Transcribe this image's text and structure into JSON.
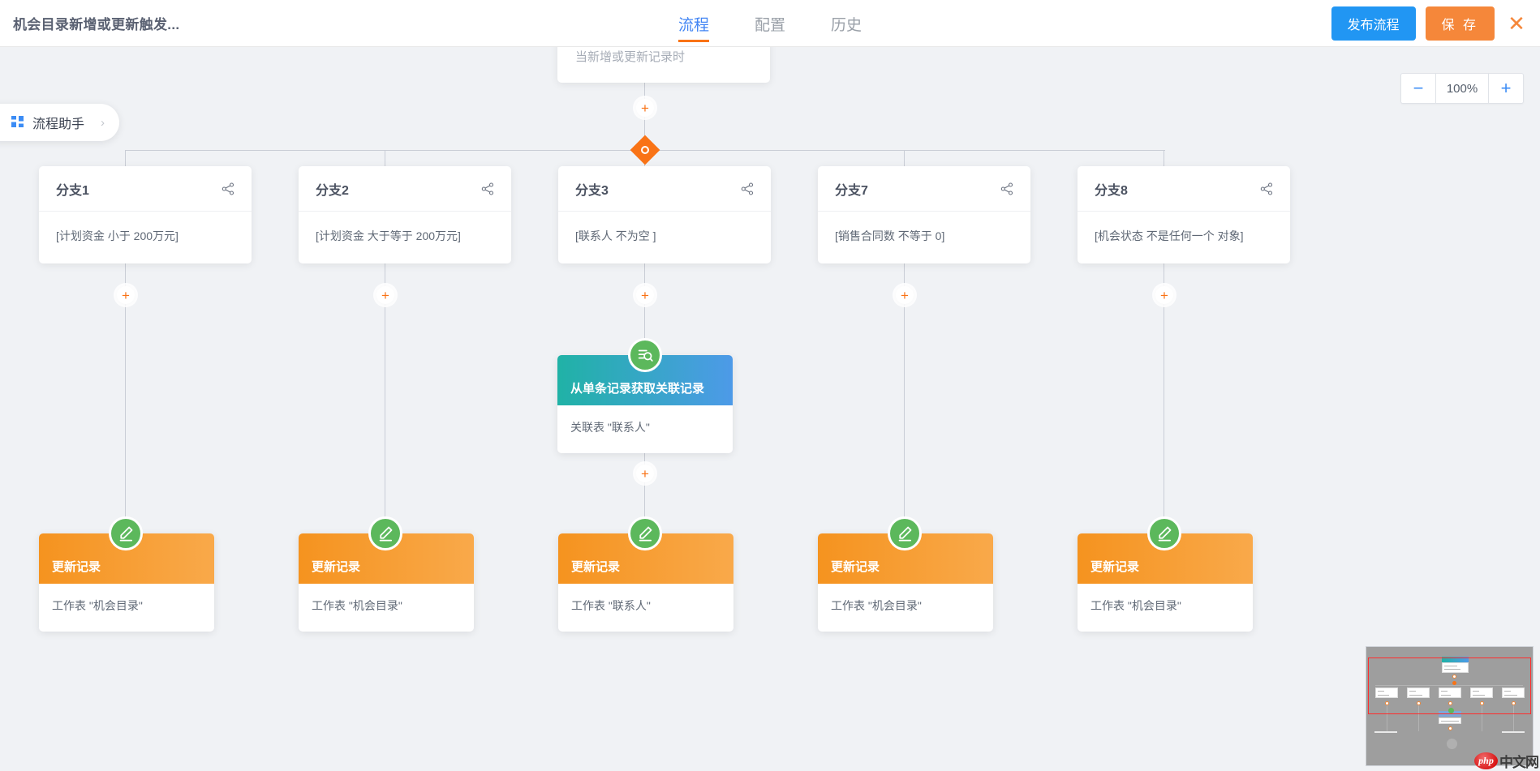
{
  "header": {
    "flow_title": "机会目录新增或更新触发...",
    "tabs": [
      {
        "label": "流程",
        "active": true
      },
      {
        "label": "配置",
        "active": false
      },
      {
        "label": "历史",
        "active": false
      }
    ],
    "publish_label": "发布流程",
    "save_label": "保 存",
    "close_icon": "close-icon"
  },
  "canvas": {
    "zoom": {
      "minus": "−",
      "value": "100%",
      "plus": "+"
    },
    "assistant": {
      "icon": "grid-icon",
      "label": "流程助手",
      "chevron": "›"
    },
    "trigger": {
      "subtitle": "当新增或更新记录时"
    },
    "branches": [
      {
        "title": "分支1",
        "condition": "[计划资金 小于 200万元]"
      },
      {
        "title": "分支2",
        "condition": "[计划资金 大于等于 200万元]"
      },
      {
        "title": "分支3",
        "condition": "[联系人 不为空 ]"
      },
      {
        "title": "分支7",
        "condition": "[销售合同数 不等于 0]"
      },
      {
        "title": "分支8",
        "condition": "[机会状态 不是任何一个 对象]"
      }
    ],
    "lookup_node": {
      "title": "从单条记录获取关联记录",
      "subtitle": "关联表 \"联系人\"",
      "badge_icon": "record-search-icon"
    },
    "update_nodes": [
      {
        "title": "更新记录",
        "subtitle": "工作表 \"机会目录\"",
        "badge_icon": "edit-pencil-icon"
      },
      {
        "title": "更新记录",
        "subtitle": "工作表 \"机会目录\"",
        "badge_icon": "edit-pencil-icon"
      },
      {
        "title": "更新记录",
        "subtitle": "工作表 \"联系人\"",
        "badge_icon": "edit-pencil-icon"
      },
      {
        "title": "更新记录",
        "subtitle": "工作表 \"机会目录\"",
        "badge_icon": "edit-pencil-icon"
      },
      {
        "title": "更新记录",
        "subtitle": "工作表 \"机会目录\"",
        "badge_icon": "edit-pencil-icon"
      }
    ],
    "add_label": "+"
  },
  "watermark": {
    "logo": "php",
    "text": "中文网"
  },
  "colors": {
    "accent_orange": "#f97316",
    "accent_blue": "#2196f3",
    "save_orange": "#f5873a",
    "badge_green": "#5cb85c",
    "canvas_bg": "#f0f2f5",
    "viewport_red": "#ff2d2d"
  }
}
